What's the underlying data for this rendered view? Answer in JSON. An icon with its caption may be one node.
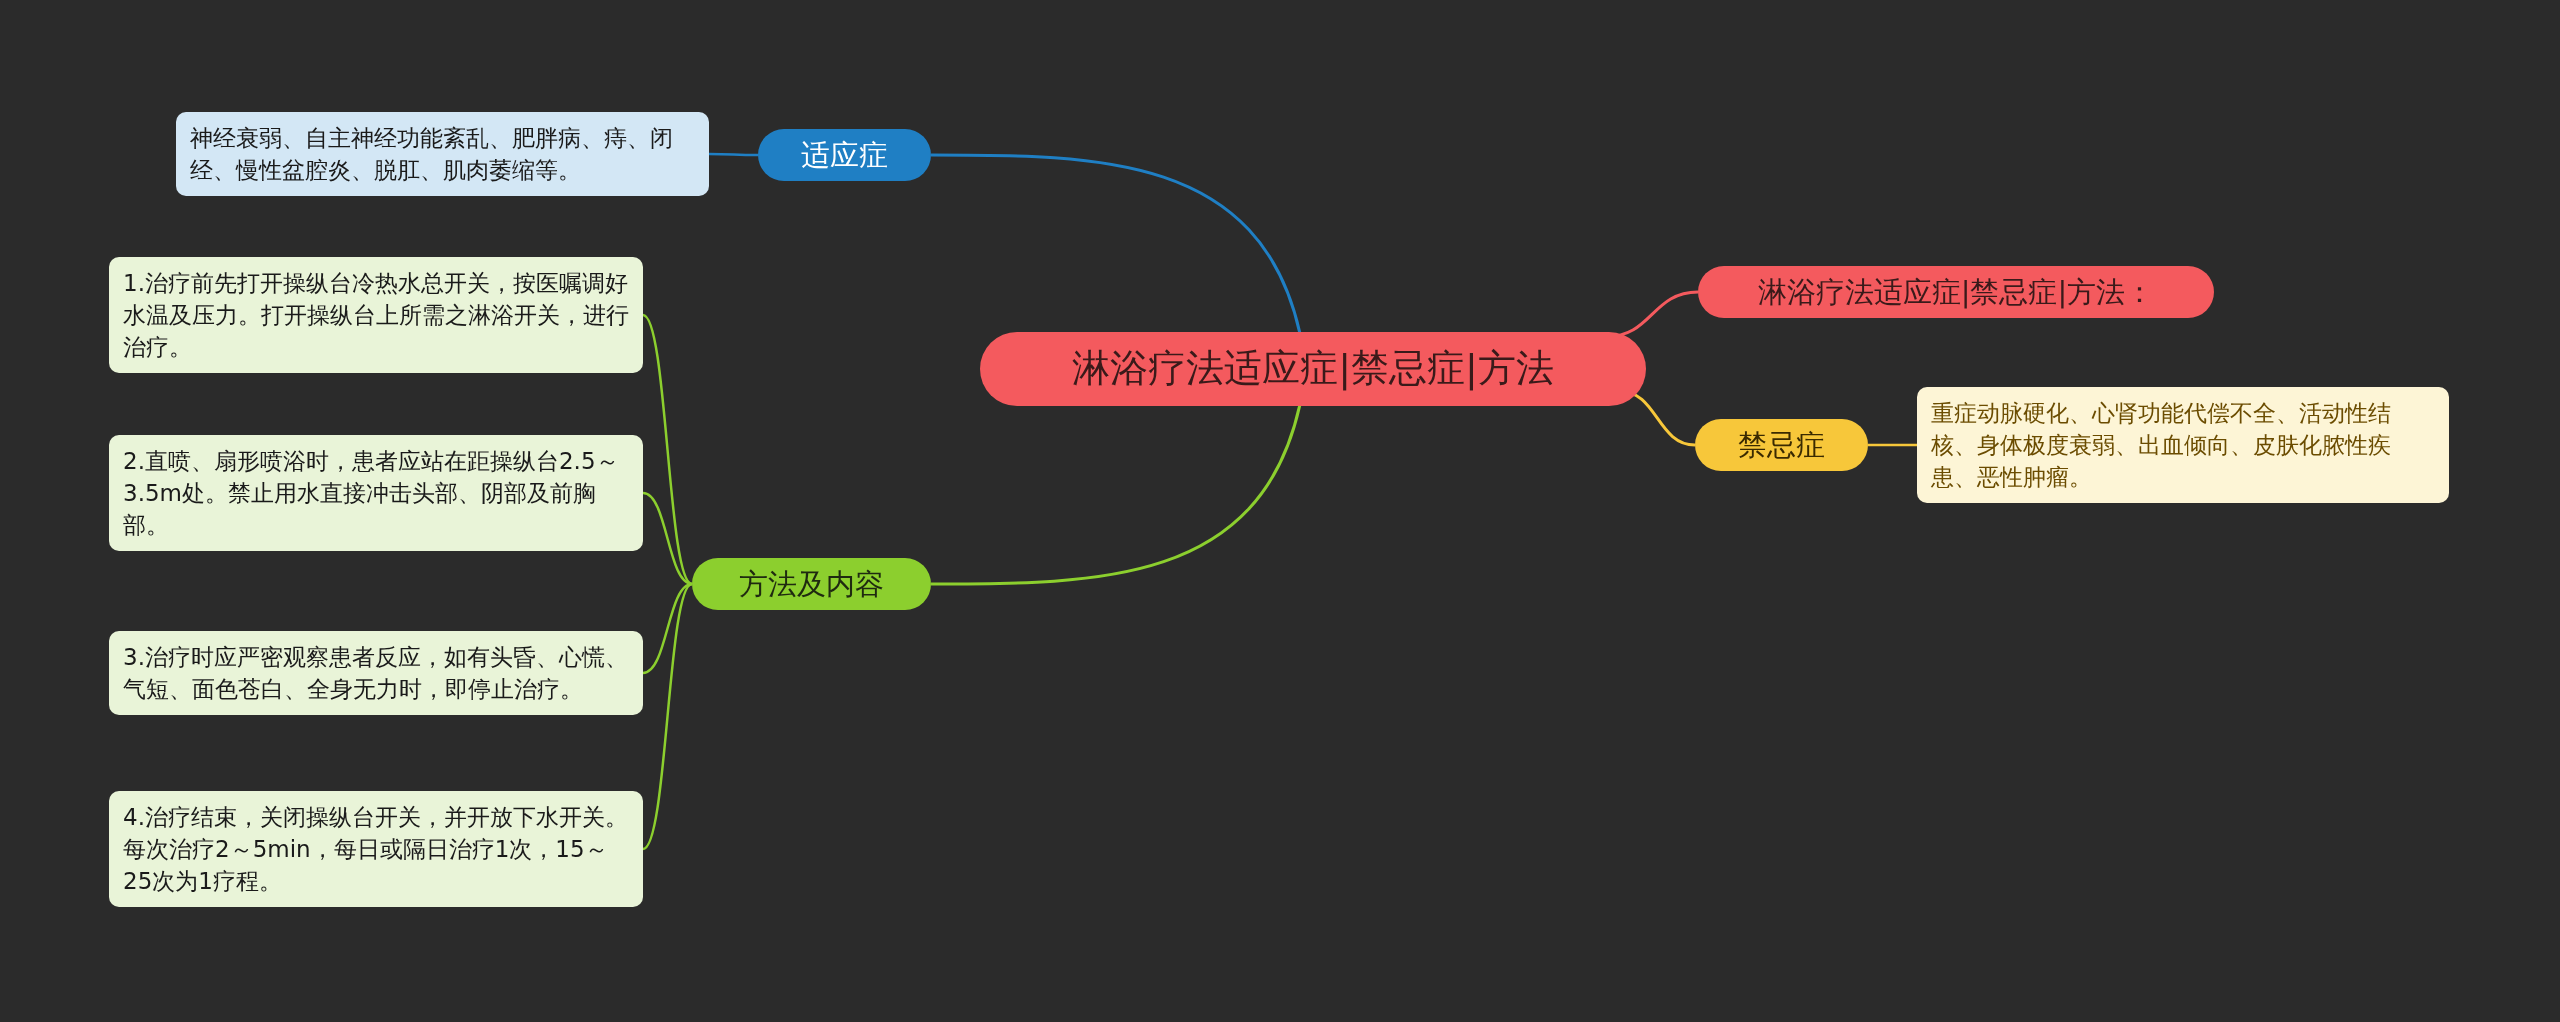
{
  "diagram": {
    "nodes": [
      {
        "text": [
          "淋浴疗法适应症|禁忌症|方法"
        ]
      },
      {
        "text": [
          "适应症"
        ]
      },
      {
        "text": [
          "神经衰弱、自主神经功能紊乱、肥胖病、痔、闭经、慢性盆腔炎、脱肛、肌肉萎缩等。"
        ]
      },
      {
        "text": [
          "淋浴疗法适应症|禁忌症|方法："
        ]
      },
      {
        "text": [
          "禁忌症"
        ]
      },
      {
        "text": [
          "重症动脉硬化、心肾功能代偿不全、活动性结核、身体极度衰弱、出血倾向、皮肤化脓性疾患、恶性肿瘤。"
        ]
      },
      {
        "text": [
          "方法及内容"
        ]
      },
      {
        "text": [
          "1.治疗前先打开操纵台冷热水总开关，按医嘱调好水温及压力。打开操纵台上所需之淋浴开关，进行治疗。"
        ]
      },
      {
        "text": [
          "2.直喷、扇形喷浴时，患者应站在距操纵台2.5～3.5m处。禁止用水直接冲击头部、阴部及前胸部。"
        ]
      },
      {
        "text": [
          "3.治疗时应严密观察患者反应，如有头昏、心慌、气短、面色苍白、全身无力时，即停止治疗。"
        ]
      },
      {
        "text": [
          "4.治疗结束，关闭操纵台开关，并开放下水开关。每次治疗2～5min，每日或隔日治疗1次，15～25次为1疗程。"
        ]
      }
    ],
    "edges": [
      {
        "from": 0,
        "to": 1,
        "arrow": "none",
        "color": "#1f7fc4"
      },
      {
        "from": 1,
        "to": 2,
        "arrow": "none",
        "color": "#1f7fc4"
      },
      {
        "from": 0,
        "to": 3,
        "arrow": "none",
        "color": "#f45a5e"
      },
      {
        "from": 0,
        "to": 4,
        "arrow": "none",
        "color": "#f7c73a"
      },
      {
        "from": 4,
        "to": 5,
        "arrow": "none",
        "color": "#f7c73a"
      },
      {
        "from": 0,
        "to": 6,
        "arrow": "none",
        "color": "#8ccf2e"
      },
      {
        "from": 6,
        "to": 7,
        "arrow": "none",
        "color": "#8ccf2e"
      },
      {
        "from": 6,
        "to": 8,
        "arrow": "none",
        "color": "#8ccf2e"
      },
      {
        "from": 6,
        "to": 9,
        "arrow": "none",
        "color": "#8ccf2e"
      },
      {
        "from": 6,
        "to": 10,
        "arrow": "none",
        "color": "#8ccf2e"
      }
    ]
  }
}
